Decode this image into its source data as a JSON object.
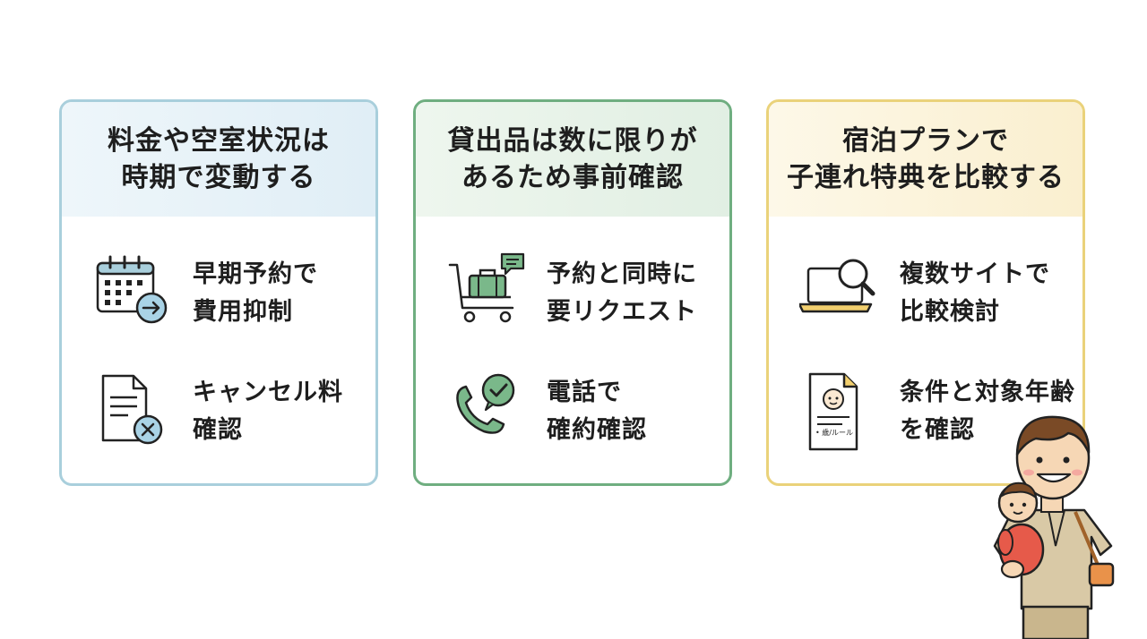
{
  "cards": [
    {
      "title_lines": [
        "料金や空室状況は",
        "時期で変動する"
      ],
      "items": [
        {
          "icon": "calendar-arrow-icon",
          "lines": [
            "早期予約で",
            "費用抑制"
          ]
        },
        {
          "icon": "document-cancel-icon",
          "lines": [
            "キャンセル料",
            "確認"
          ]
        }
      ]
    },
    {
      "title_lines": [
        "貸出品は数に限りが",
        "あるため事前確認"
      ],
      "items": [
        {
          "icon": "luggage-cart-icon",
          "lines": [
            "予約と同時に",
            "要リクエスト"
          ]
        },
        {
          "icon": "phone-check-icon",
          "lines": [
            "電話で",
            "確約確認"
          ]
        }
      ]
    },
    {
      "title_lines": [
        "宿泊プランで",
        "子連れ特典を比較する"
      ],
      "items": [
        {
          "icon": "laptop-search-icon",
          "lines": [
            "複数サイトで",
            "比較検討"
          ]
        },
        {
          "icon": "baby-document-icon",
          "lines": [
            "条件と対象年齢",
            "を確認"
          ]
        }
      ]
    }
  ],
  "document_label": "• 歳/ルール",
  "colors": {
    "blue_border": "#a9cfdc",
    "green_border": "#6fae80",
    "yellow_border": "#ead27a",
    "blue_accent": "#7fb8d6",
    "green_accent": "#7ab88a",
    "yellow_accent": "#f2cf6e"
  }
}
